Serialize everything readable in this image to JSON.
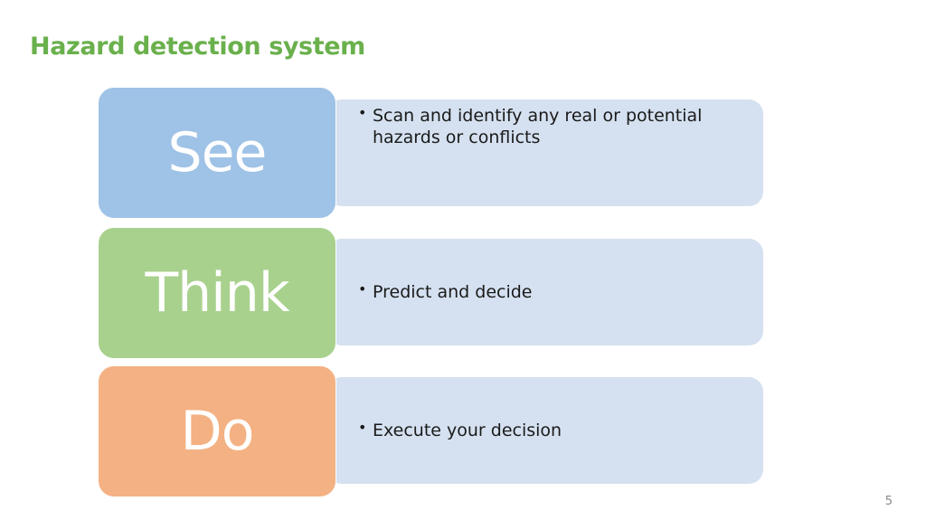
{
  "slide": {
    "title": "Hazard detection system",
    "page_number": "5"
  },
  "steps": [
    {
      "label": "See",
      "bullet": "Scan and identify any real or potential hazards or conflicts"
    },
    {
      "label": "Think",
      "bullet": "Predict and decide"
    },
    {
      "label": "Do",
      "bullet": "Execute your decision"
    }
  ],
  "colors": {
    "title": "#6ab04c",
    "see": "#9fc2e7",
    "think": "#a9d18e",
    "do": "#f4b183",
    "detail_background": "#d5e1f0"
  }
}
